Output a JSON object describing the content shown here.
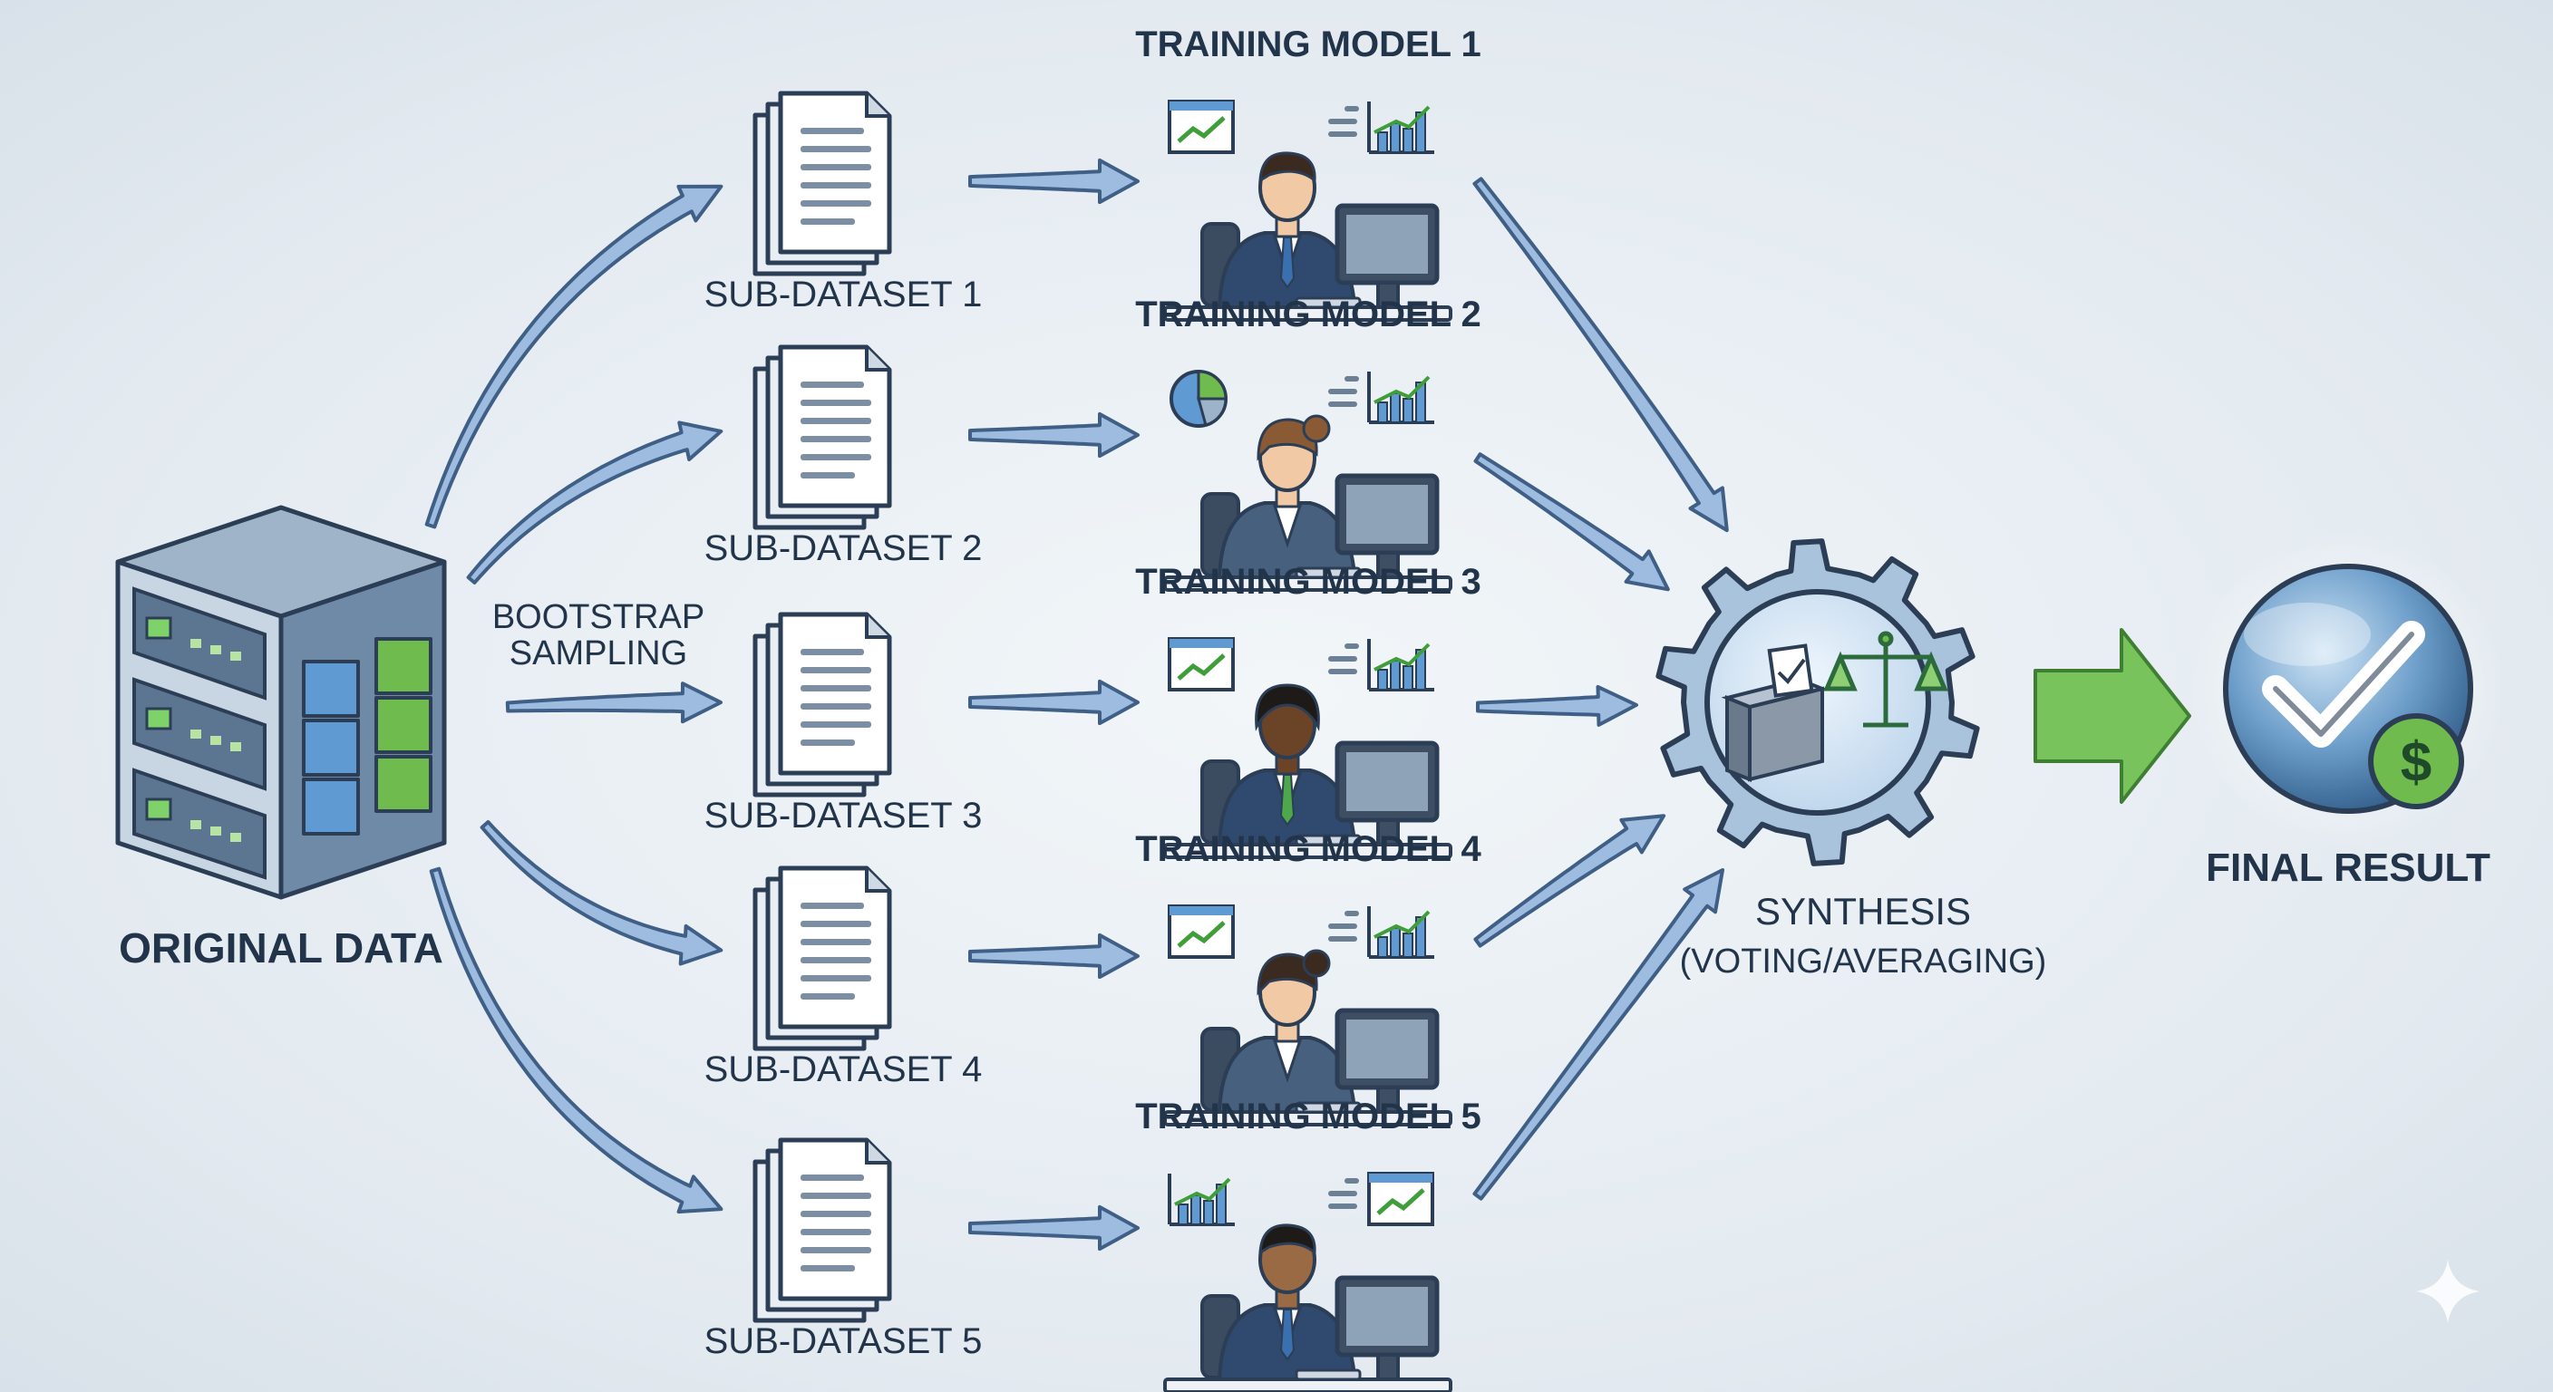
{
  "source": {
    "label": "ORIGINAL DATA"
  },
  "sampling": {
    "line1": "BOOTSTRAP",
    "line2": "SAMPLING"
  },
  "subsets": [
    {
      "label": "SUB-DATASET 1"
    },
    {
      "label": "SUB-DATASET 2"
    },
    {
      "label": "SUB-DATASET 3"
    },
    {
      "label": "SUB-DATASET 4"
    },
    {
      "label": "SUB-DATASET 5"
    }
  ],
  "models": [
    {
      "label": "TRAINING MODEL 1",
      "person": "man",
      "skin": "#f1c9a5",
      "hair": "#3b2a20",
      "left_icon": "line-chart-icon",
      "right_icon": "bar-chart-icon"
    },
    {
      "label": "TRAINING MODEL 2",
      "person": "woman",
      "skin": "#f1c9a5",
      "hair": "#8a5a34",
      "left_icon": "pie-chart-icon",
      "right_icon": "bar-chart-icon"
    },
    {
      "label": "TRAINING MODEL 3",
      "person": "man",
      "skin": "#6b4428",
      "hair": "#1e1a18",
      "left_icon": "line-chart-icon",
      "right_icon": "bar-chart-icon"
    },
    {
      "label": "TRAINING MODEL 4",
      "person": "woman",
      "skin": "#f1c9a5",
      "hair": "#3b2a20",
      "left_icon": "line-chart-icon",
      "right_icon": "bar-chart-icon"
    },
    {
      "label": "TRAINING MODEL 5",
      "person": "man",
      "skin": "#9a6a44",
      "hair": "#1e1a18",
      "left_icon": "bar-chart-icon",
      "right_icon": "line-chart-icon"
    }
  ],
  "synthesis": {
    "line1": "SYNTHESIS",
    "line2": "(VOTING/AVERAGING)",
    "icons": [
      "ballot-box-icon",
      "balance-scale-icon"
    ]
  },
  "result": {
    "label": "FINAL RESULT",
    "icons": [
      "checkmark-icon",
      "dollar-icon"
    ]
  },
  "colors": {
    "arrow_fill": "#9dbcdf",
    "arrow_stroke": "#3f5f86",
    "result_arrow": "#79c35c",
    "accent_green": "#6fbb4d",
    "accent_blue": "#5f9ad3",
    "outline": "#2c3e55"
  }
}
